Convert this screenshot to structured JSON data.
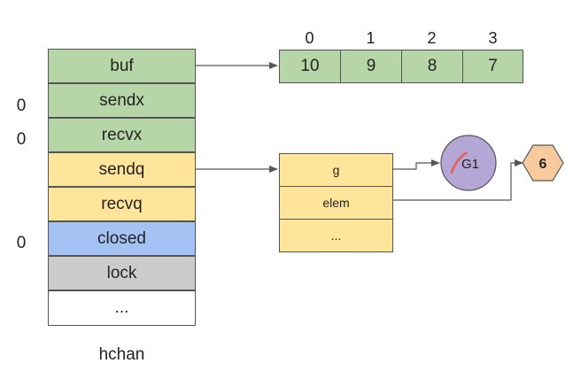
{
  "hchan": {
    "caption": "hchan",
    "fields": [
      {
        "key": "buf",
        "label": "buf",
        "value": ""
      },
      {
        "key": "sendx",
        "label": "sendx",
        "value": "0"
      },
      {
        "key": "recvx",
        "label": "recvx",
        "value": "0"
      },
      {
        "key": "sendq",
        "label": "sendq",
        "value": ""
      },
      {
        "key": "recvq",
        "label": "recvq",
        "value": ""
      },
      {
        "key": "closed",
        "label": "closed",
        "value": "0"
      },
      {
        "key": "lock",
        "label": "lock",
        "value": ""
      },
      {
        "key": "more",
        "label": "...",
        "value": ""
      }
    ]
  },
  "buffer": {
    "indices": [
      "0",
      "1",
      "2",
      "3"
    ],
    "values": [
      "10",
      "9",
      "8",
      "7"
    ]
  },
  "sudog": {
    "fields": [
      "g",
      "elem",
      "..."
    ]
  },
  "goroutine": {
    "label": "G1"
  },
  "element": {
    "value": "6"
  },
  "colors": {
    "green": "#b6d6a8",
    "yellow": "#ffe59a",
    "blue": "#a4c2f4",
    "grey": "#cccccc",
    "goroutine": "#b4a7d6",
    "element": "#f9cb9c"
  }
}
